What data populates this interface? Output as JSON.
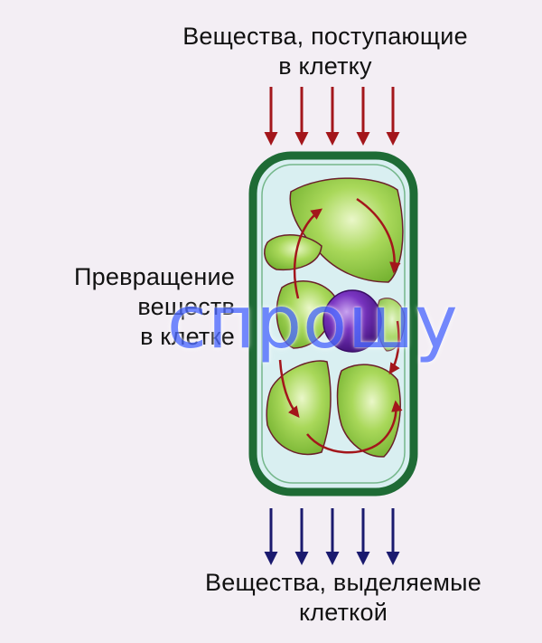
{
  "labels": {
    "incoming": [
      "Вещества, поступающие",
      "в клетку"
    ],
    "transformation": [
      "Превращение",
      "веществ",
      "в клетке"
    ],
    "outgoing": [
      "Вещества, выделяемые",
      "клеткой"
    ]
  },
  "watermark": "спрошу",
  "colors": {
    "background": "#f3eef4",
    "cell_wall": "#1e6b35",
    "cytoplasm": "#d9eff1",
    "chloroplast": "#9fd24f",
    "nucleus": "#5a1f9a",
    "incoming_arrows": "#a3161b",
    "outgoing_arrows": "#1a1a6e",
    "internal_arrows": "#a3161b"
  }
}
